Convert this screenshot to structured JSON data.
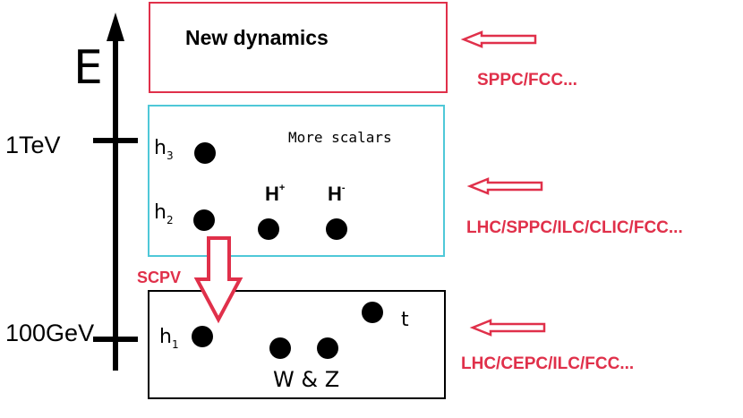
{
  "axis": {
    "label": "E",
    "ticks": [
      "1TeV",
      "100GeV"
    ]
  },
  "boxes": {
    "top": {
      "title": "New dynamics",
      "border_color": "#e0304a"
    },
    "middle": {
      "title": "More scalars",
      "border_color": "#4fc8d8",
      "particles": {
        "h3": {
          "base": "h",
          "sub": "3"
        },
        "h2": {
          "base": "h",
          "sub": "2"
        },
        "h_plus": {
          "base": "H",
          "sup": "+"
        },
        "h_minus": {
          "base": "H",
          "sup": "-"
        }
      }
    },
    "bottom": {
      "border_color": "#000000",
      "particles": {
        "h1": {
          "base": "h",
          "sub": "1"
        },
        "top": "t",
        "wz": "W & Z"
      }
    }
  },
  "scpv": {
    "label": "SCPV",
    "color": "#e0304a"
  },
  "colliders": {
    "color": "#e0304a",
    "items": [
      "SPPC/FCC...",
      "LHC/SPPC/ILC/CLIC/FCC...",
      "LHC/CEPC/ILC/FCC..."
    ]
  }
}
